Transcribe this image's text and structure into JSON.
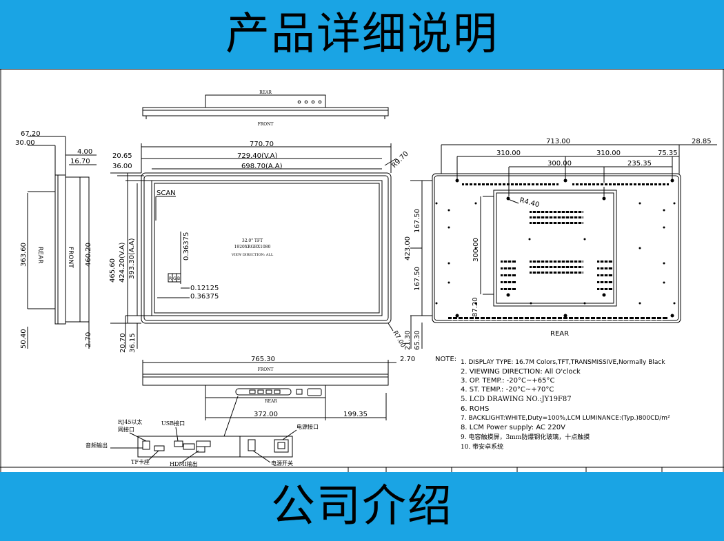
{
  "header": {
    "title": "产品详细说明"
  },
  "footer": {
    "title": "公司介绍"
  },
  "top_view": {
    "rear": "REAR",
    "front": "FRONT"
  },
  "side_view": {
    "dims": [
      "67.20",
      "30.00",
      "4.00",
      "16.70",
      "363.60",
      "460.20",
      "50.40",
      "2.70"
    ],
    "rear": "REAR",
    "front": "FRONT"
  },
  "front_view": {
    "dims_top": [
      "770.70",
      "729.40(V.A)",
      "698.70(A.A)",
      "20.65",
      "36.00",
      "R9.70"
    ],
    "dims_left": [
      "465.60",
      "424.20(V.A)",
      "393.30(A.A)"
    ],
    "dims_bottom": [
      "20.70",
      "36.15",
      "R7.00"
    ],
    "scan": "SCAN",
    "panel_lines": [
      "32.0\" TFT",
      "1920XRGBX1080",
      "VIEW DIRECTION: ALL"
    ],
    "pixel_dims": [
      "0.36375",
      "0.12125",
      "0.36375"
    ],
    "rgb": [
      "R",
      "G",
      "B"
    ]
  },
  "rear_view": {
    "dims_top": [
      "713.00",
      "28.85",
      "310.00",
      "310.00",
      "75.35",
      "300.00",
      "235.35"
    ],
    "dims_left": [
      "167.50",
      "423.00",
      "167.50",
      "87.20",
      "21.30",
      "65.30"
    ],
    "dims_right": [
      "300.00"
    ],
    "radius": "R4.40",
    "label": "REAR"
  },
  "bottom_view": {
    "dims": [
      "765.30",
      "2.70",
      "372.00",
      "199.35"
    ],
    "front": "FRONT",
    "rear": "REAR"
  },
  "ports": [
    "RJ45以太",
    "网接口",
    "USB接口",
    "音频输出",
    "TF卡座",
    "HDMI输出",
    "电源接口",
    "电源开关"
  ],
  "notes": {
    "label": "NOTE:",
    "items": [
      "1. DISPLAY TYPE: 16.7M Colors,TFT,TRANSMISSIVE,Normally Black",
      "2. VIEWING DIRECTION: All O'clock",
      "3. OP. TEMP.: -20°C~+65°C",
      "4. ST. TEMP.: -20°C~+70°C",
      "5. LCD DRAWING NO.:JY19F87",
      "6. ROHS",
      "7. BACKLIGHT:WHITE,Duty=100%,LCM LUMINANCE:(Typ.)800CD/m²",
      "8. LCM Power supply: AC 220V",
      "9. 电容触摸屏，3mm防爆钢化玻璃，十点触摸",
      "10. 带安卓系统"
    ]
  }
}
